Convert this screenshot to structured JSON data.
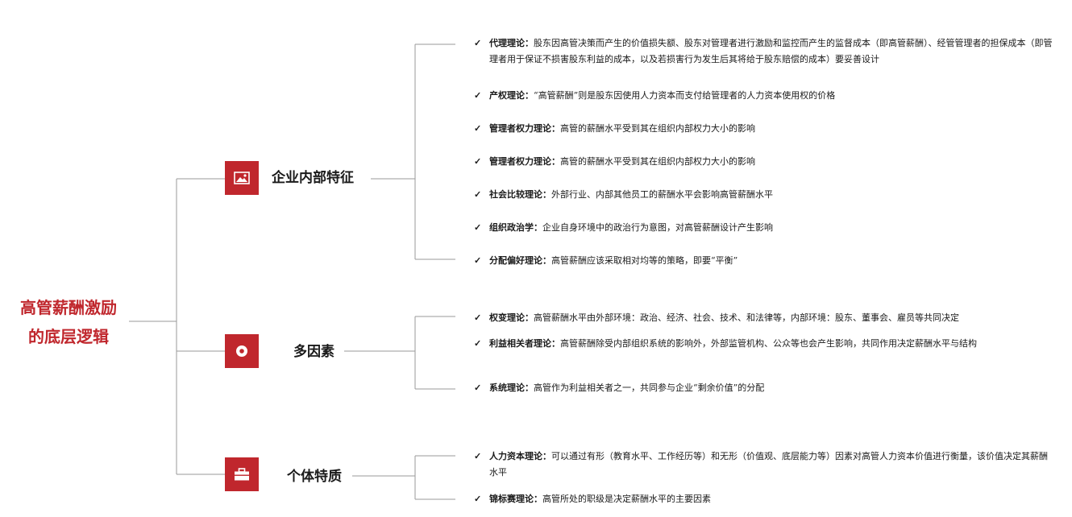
{
  "accent_color": "#c0272d",
  "line_color": "#9a9a9a",
  "root": {
    "line1": "高管薪酬激励",
    "line2": "的底层逻辑"
  },
  "categories": [
    {
      "label": "企业内部特征",
      "icon": "image-icon",
      "items": [
        {
          "name": "代理理论：",
          "text": "股东因高管决策而产生的价值损失额、股东对管理者进行激励和监控而产生的监督成本（即高管薪酬）、经管管理者的担保成本（即管理者用于保证不损害股东利益的成本，以及若损害行为发生后其将给于股东赔偿的成本）要妥善设计"
        },
        {
          "name": "产权理论：",
          "text": "“高管薪酬”则是股东因使用人力资本而支付给管理者的人力资本使用权的价格"
        },
        {
          "name": "管理者权力理论：",
          "text": "高管的薪酬水平受到其在组织内部权力大小的影响"
        },
        {
          "name": "管理者权力理论：",
          "text": "高管的薪酬水平受到其在组织内部权力大小的影响"
        },
        {
          "name": "社会比较理论：",
          "text": "外部行业、内部其他员工的薪酬水平会影响高管薪酬水平"
        },
        {
          "name": "组织政治学：",
          "text": "企业自身环境中的政治行为意图，对高管薪酬设计产生影响"
        },
        {
          "name": "分配偏好理论：",
          "text": "高管薪酬应该采取相对均等的策略，即要“平衡”"
        }
      ]
    },
    {
      "label": "多因素",
      "icon": "target-icon",
      "items": [
        {
          "name": "权变理论：",
          "text": "高管薪酬水平由外部环境：政治、经济、社会、技术、和法律等，内部环境：股东、董事会、雇员等共同决定"
        },
        {
          "name": "利益相关者理论：",
          "text": "高管薪酬除受内部组织系统的影响外，外部监管机构、公众等也会产生影响，共同作用决定薪酬水平与结构"
        },
        {
          "name": "系统理论：",
          "text": "高管作为利益相关者之一，共同参与企业“剩余价值”的分配"
        }
      ]
    },
    {
      "label": "个体特质",
      "icon": "briefcase-icon",
      "items": [
        {
          "name": "人力资本理论：",
          "text": "可以通过有形（教育水平、工作经历等）和无形（价值观、底层能力等）因素对高管人力资本价值进行衡量，该价值决定其薪酬水平"
        },
        {
          "name": "锦标赛理论：",
          "text": "高管所处的职级是决定薪酬水平的主要因素"
        }
      ]
    }
  ]
}
